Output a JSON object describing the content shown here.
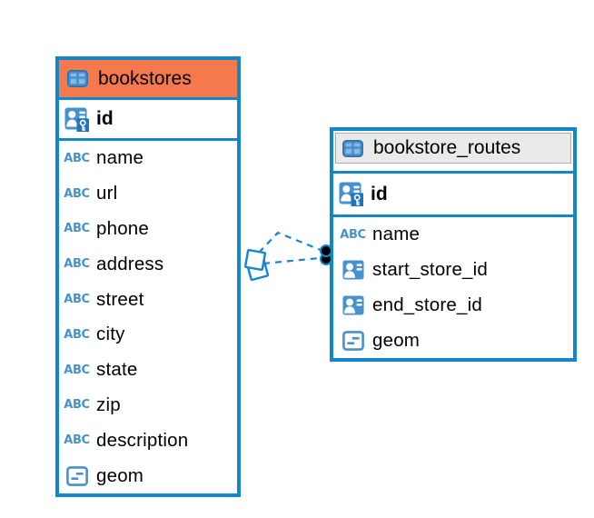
{
  "colors": {
    "accent_blue": "#1287C9",
    "header_orange": "#F5794D",
    "header_gray": "#EAEAEA",
    "header_gray_border": "#ACACAC",
    "icon_blue": "#4691CE",
    "link_dot": "#000000"
  },
  "icons": {
    "text_type_label": "ABC"
  },
  "diagram": {
    "tables": [
      {
        "name": "bookstores",
        "header_color": "#F5794D",
        "primary_key": {
          "name": "id",
          "type": "primary-key"
        },
        "columns": [
          {
            "name": "name",
            "type": "text"
          },
          {
            "name": "url",
            "type": "text"
          },
          {
            "name": "phone",
            "type": "text"
          },
          {
            "name": "address",
            "type": "text"
          },
          {
            "name": "street",
            "type": "text"
          },
          {
            "name": "city",
            "type": "text"
          },
          {
            "name": "state",
            "type": "text"
          },
          {
            "name": "zip",
            "type": "text"
          },
          {
            "name": "description",
            "type": "text"
          },
          {
            "name": "geom",
            "type": "geometry"
          }
        ]
      },
      {
        "name": "bookstore_routes",
        "header_color": "#EAEAEA",
        "primary_key": {
          "name": "id",
          "type": "primary-key"
        },
        "columns": [
          {
            "name": "name",
            "type": "text"
          },
          {
            "name": "start_store_id",
            "type": "reference"
          },
          {
            "name": "end_store_id",
            "type": "reference"
          },
          {
            "name": "geom",
            "type": "geometry"
          }
        ]
      }
    ],
    "relationship": {
      "from_table": "bookstores",
      "to_table": "bookstore_routes",
      "style": "dashed",
      "link_count": 2
    }
  }
}
